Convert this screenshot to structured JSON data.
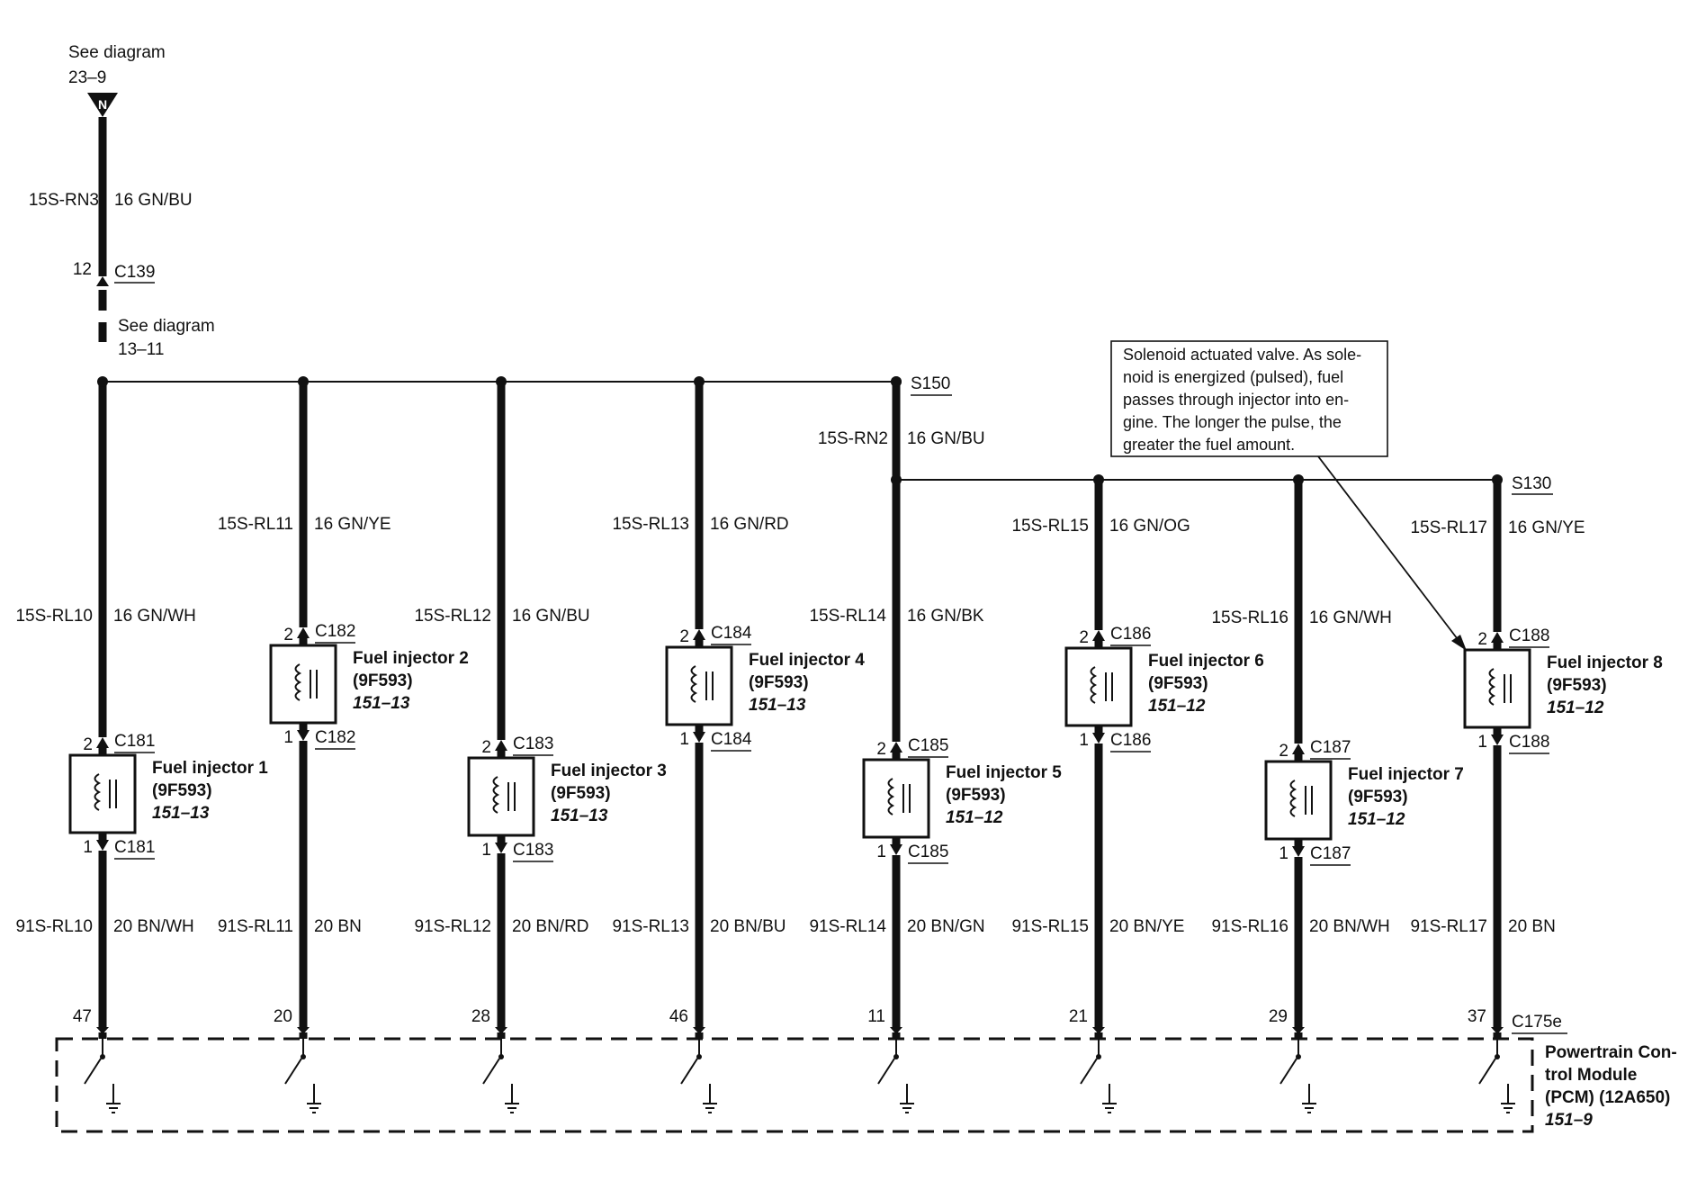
{
  "top_ref": {
    "see": "See diagram",
    "page": "23–9",
    "flag": "N"
  },
  "mid_ref": {
    "see": "See diagram",
    "page": "13–11"
  },
  "feed_upper": {
    "circuit": "15S-RN3",
    "wire": "16 GN/BU"
  },
  "c139": {
    "pin": "12",
    "connector": "C139"
  },
  "s150": "S150",
  "s130": "S130",
  "s130_feed": {
    "circuit": "15S-RN2",
    "wire": "16 GN/BU"
  },
  "pcm_connector": "C175e",
  "pcm": {
    "l1": "Powertrain Con-",
    "l2": "trol Module",
    "l3": "(PCM) (12A650)",
    "l4": "151–9"
  },
  "callout": {
    "l1": "Solenoid actuated valve. As sole-",
    "l2": "noid is energized (pulsed), fuel",
    "l3": "passes through injector into en-",
    "l4": "gine. The longer the pulse, the",
    "l5": "greater the fuel amount."
  },
  "injectors": [
    {
      "name": "Fuel injector 1",
      "part": "(9F593)",
      "ref": "151–13",
      "conn": "C181",
      "pin_in": "2",
      "pin_out": "1",
      "upper_circuit": "",
      "upper_wire": "",
      "feed_circuit": "15S-RL10",
      "feed_wire": "16 GN/WH",
      "ctrl_circuit": "91S-RL10",
      "ctrl_wire": "20 BN/WH",
      "pcm_pin": "47"
    },
    {
      "name": "Fuel injector 2",
      "part": "(9F593)",
      "ref": "151–13",
      "conn": "C182",
      "pin_in": "2",
      "pin_out": "1",
      "upper_circuit": "",
      "upper_wire": "",
      "feed_circuit": "15S-RL11",
      "feed_wire": "16 GN/YE",
      "ctrl_circuit": "91S-RL11",
      "ctrl_wire": "20 BN",
      "pcm_pin": "20"
    },
    {
      "name": "Fuel injector 3",
      "part": "(9F593)",
      "ref": "151–13",
      "conn": "C183",
      "pin_in": "2",
      "pin_out": "1",
      "upper_circuit": "",
      "upper_wire": "",
      "feed_circuit": "15S-RL12",
      "feed_wire": "16 GN/BU",
      "ctrl_circuit": "91S-RL12",
      "ctrl_wire": "20 BN/RD",
      "pcm_pin": "28"
    },
    {
      "name": "Fuel injector 4",
      "part": "(9F593)",
      "ref": "151–13",
      "conn": "C184",
      "pin_in": "2",
      "pin_out": "1",
      "upper_circuit": "",
      "upper_wire": "",
      "feed_circuit": "15S-RL13",
      "feed_wire": "16 GN/RD",
      "ctrl_circuit": "91S-RL13",
      "ctrl_wire": "20 BN/BU",
      "pcm_pin": "46"
    },
    {
      "name": "Fuel injector 5",
      "part": "(9F593)",
      "ref": "151–12",
      "conn": "C185",
      "pin_in": "2",
      "pin_out": "1",
      "upper_circuit": "",
      "upper_wire": "",
      "feed_circuit": "15S-RL14",
      "feed_wire": "16 GN/BK",
      "ctrl_circuit": "91S-RL14",
      "ctrl_wire": "20 BN/GN",
      "pcm_pin": "11"
    },
    {
      "name": "Fuel injector 6",
      "part": "(9F593)",
      "ref": "151–12",
      "conn": "C186",
      "pin_in": "2",
      "pin_out": "1",
      "upper_circuit": "",
      "upper_wire": "",
      "feed_circuit": "15S-RL15",
      "feed_wire": "16 GN/OG",
      "ctrl_circuit": "91S-RL15",
      "ctrl_wire": "20 BN/YE",
      "pcm_pin": "21"
    },
    {
      "name": "Fuel injector 7",
      "part": "(9F593)",
      "ref": "151–12",
      "conn": "C187",
      "pin_in": "2",
      "pin_out": "1",
      "upper_circuit": "",
      "upper_wire": "",
      "feed_circuit": "15S-RL16",
      "feed_wire": "16 GN/WH",
      "ctrl_circuit": "91S-RL16",
      "ctrl_wire": "20 BN/WH",
      "pcm_pin": "29"
    },
    {
      "name": "Fuel injector 8",
      "part": "(9F593)",
      "ref": "151–12",
      "conn": "C188",
      "pin_in": "2",
      "pin_out": "1",
      "upper_circuit": "",
      "upper_wire": "",
      "feed_circuit": "15S-RL17",
      "feed_wire": "16 GN/YE",
      "ctrl_circuit": "91S-RL17",
      "ctrl_wire": "20 BN",
      "pcm_pin": "37"
    }
  ]
}
